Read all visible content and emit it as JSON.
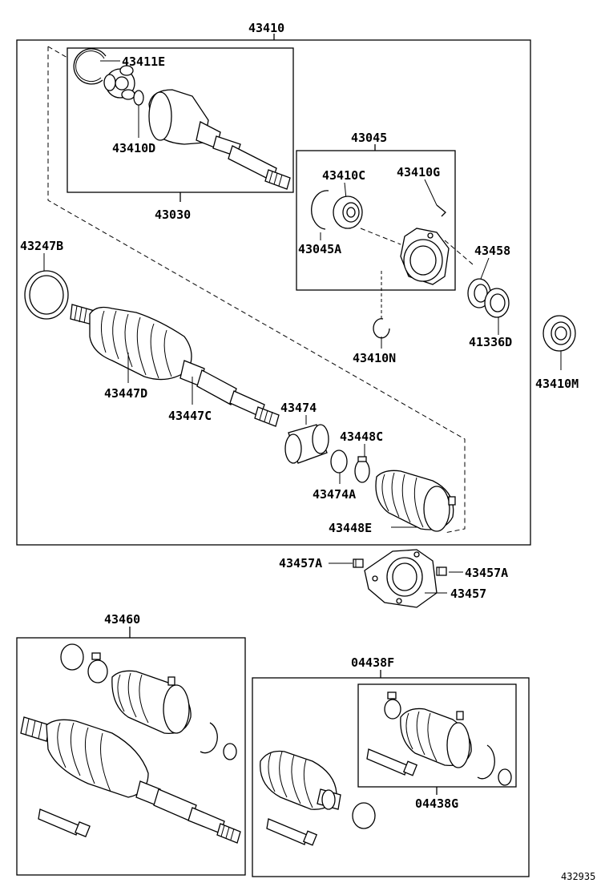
{
  "labels": {
    "p43410": "43410",
    "p43411E": "43411E",
    "p43410D": "43410D",
    "p43030": "43030",
    "p43045": "43045",
    "p43410C": "43410C",
    "p43410G": "43410G",
    "p43045A": "43045A",
    "p43458": "43458",
    "p43247B": "43247B",
    "p41336D": "41336D",
    "p43410N": "43410N",
    "p43410M": "43410M",
    "p43447D": "43447D",
    "p43447C": "43447C",
    "p43474": "43474",
    "p43448C": "43448C",
    "p43474A": "43474A",
    "p43448E": "43448E",
    "p43457A_left": "43457A",
    "p43457A_right": "43457A",
    "p43457": "43457",
    "p43460": "43460",
    "p04438F": "04438F",
    "p04438G": "04438G",
    "figure_id": "432935"
  }
}
